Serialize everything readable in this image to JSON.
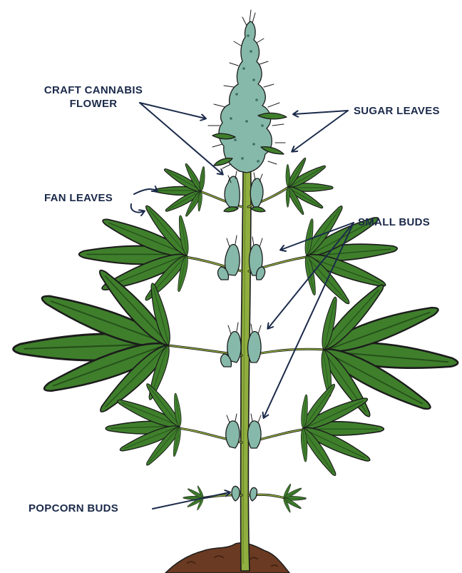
{
  "colors": {
    "label_text": "#1b2a4a",
    "arrow": "#1b2a4a",
    "stem": "#8fae3f",
    "leaf": "#3f7f2c",
    "leaf_highlight": "#6fa84d",
    "bud": "#86b9a9",
    "soil": "#6a3a22",
    "background": "#ffffff"
  },
  "labels": {
    "craft_flower_line1": "CRAFT CANNABIS",
    "craft_flower_line2": "FLOWER",
    "sugar_leaves": "SUGAR LEAVES",
    "fan_leaves": "FAN LEAVES",
    "small_buds": "SMALL BUDS",
    "popcorn_buds": "POPCORN BUDS"
  }
}
